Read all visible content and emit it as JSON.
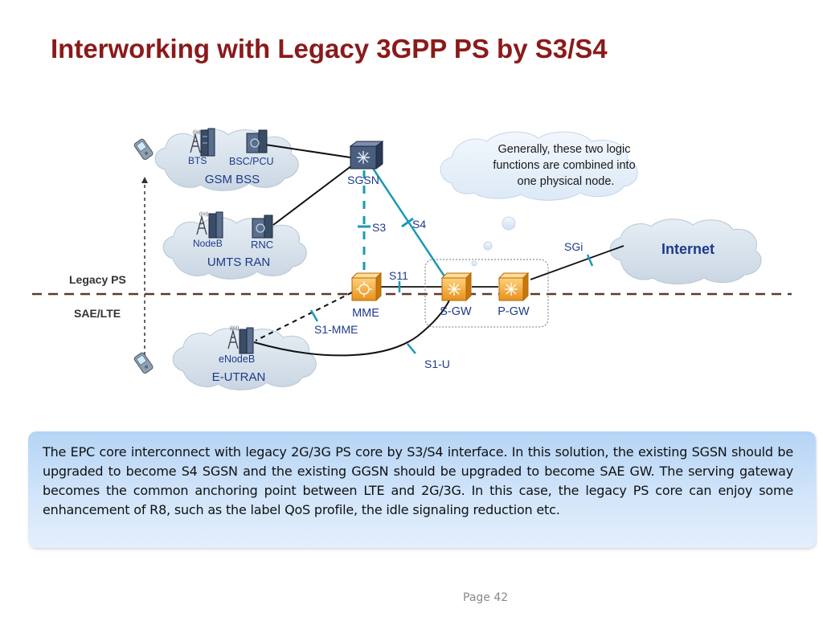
{
  "slide": {
    "title": "Interworking with Legacy 3GPP PS by S3/S4",
    "caption": "The EPC core interconnect with legacy 2G/3G PS core by S3/S4 interface. In this solution, the existing SGSN should be upgraded to become S4 SGSN and the existing GGSN should be upgraded to become SAE GW. The serving gateway becomes the common anchoring point between LTE and 2G/3G. In this case, the legacy PS core can enjoy some enhancement of R8, such as the label QoS profile, the idle signaling reduction etc.",
    "page": "Page 42"
  },
  "diagram": {
    "domains": {
      "legacy": "Legacy PS",
      "sae": "SAE/LTE"
    },
    "clouds": {
      "gsm": "GSM BSS",
      "umts": "UMTS RAN",
      "eutran": "E-UTRAN",
      "internet": "Internet",
      "note": [
        "Generally, these two logic",
        "functions are combined into",
        "one physical node."
      ]
    },
    "nodes": {
      "bts": "BTS",
      "bsc": "BSC/PCU",
      "nodeb": "NodeB",
      "rnc": "RNC",
      "enodeb": "eNodeB",
      "sgsn": "SGSN",
      "mme": "MME",
      "sgw": "S-GW",
      "pgw": "P-GW"
    },
    "interfaces": {
      "s3": "S3",
      "s4": "S4",
      "s11": "S11",
      "sgi": "SGi",
      "s1mme": "S1-MME",
      "s1u": "S1-U"
    },
    "colors": {
      "title": "#8b1a1a",
      "s3_s4_link": "#1a9ab5",
      "gateway": "#f0a21c",
      "cloud": "#d9e4ee"
    }
  }
}
